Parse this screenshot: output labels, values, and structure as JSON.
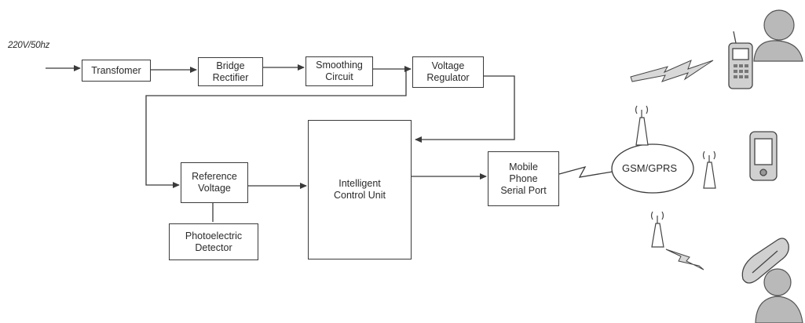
{
  "input": {
    "label": "220V/50hz"
  },
  "blocks": {
    "transformer": "Transfomer",
    "bridge_rectifier": "Bridge\nRectifier",
    "smoothing_circuit": "Smoothing\nCircuit",
    "voltage_regulator": "Voltage\nRegulator",
    "reference_voltage": "Reference\nVoltage",
    "photoelectric_detector": "Photoelectric\nDetector",
    "intelligent_control_unit": "Intelligent\nControl Unit",
    "mobile_phone_serial_port": "Mobile\nPhone\nSerial Port"
  },
  "network": {
    "label": "GSM/GPRS"
  },
  "icons": [
    "antenna-icon",
    "lightning-bolt-icon",
    "mobile-phone-icon",
    "pda-icon",
    "flip-phone-icon",
    "person-icon"
  ],
  "colors": {
    "line": "#3a3a3a",
    "icon_fill": "#c9c9c9",
    "icon_dark": "#8a8a8a"
  }
}
